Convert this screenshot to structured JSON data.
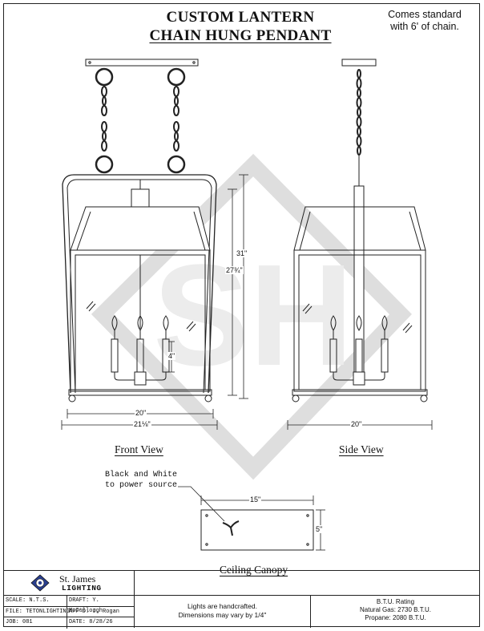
{
  "title": {
    "line1": "CUSTOM LANTERN",
    "line2": "CHAIN HUNG PENDANT"
  },
  "note": {
    "line1": "Comes standard",
    "line2": "with 6' of chain."
  },
  "views": {
    "front": "Front View",
    "side": "Side View",
    "canopy": "Ceiling Canopy"
  },
  "dimensions": {
    "front_width_inner": "20\"",
    "front_width_outer": "21⅛\"",
    "side_width": "20\"",
    "height_total": "31\"",
    "height_body": "27¾\"",
    "candle": "4\"",
    "canopy_width": "15\"",
    "canopy_height": "5\""
  },
  "wire_label": {
    "line1": "Black and White",
    "line2": "to power source"
  },
  "watermark": {
    "text": "SH"
  },
  "titleblock": {
    "company_line1": "St. James",
    "company_line2": "LIGHTING",
    "rows": [
      {
        "left": "SCALE: N.T.S.",
        "right": "DRAFT: Y. McCullough"
      },
      {
        "left": "FILE: TETONLIGHTING",
        "right": "APP'D: J. Rogan"
      },
      {
        "left": "JOB:  081",
        "right": "DATE:  8/28/26"
      }
    ],
    "notes_line1": "Lights are handcrafted.",
    "notes_line2": "Dimensions may vary by 1/4\"",
    "btu_title": "B.T.U. Rating",
    "btu_gas": "Natural Gas: 2730 B.T.U.",
    "btu_propane": "Propane: 2080 B.T.U."
  },
  "colors": {
    "line": "#222222",
    "watermark": "#e4e4e4"
  }
}
